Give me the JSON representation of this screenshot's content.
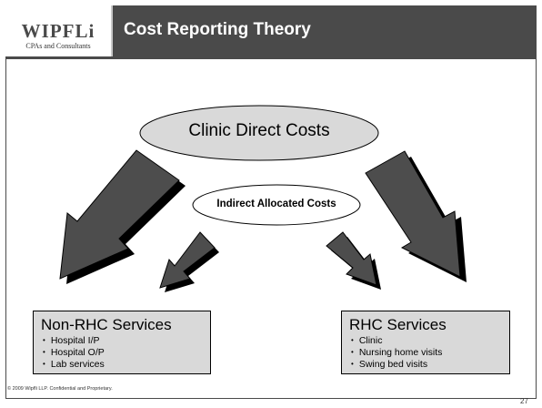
{
  "header": {
    "logo_word": "WIPFLi",
    "logo_tagline": "CPAs and Consultants",
    "title": "Cost Reporting Theory"
  },
  "diagram": {
    "top_node": "Clinic Direct Costs",
    "middle_node": "Indirect Allocated Costs",
    "left_box": {
      "title": "Non-RHC Services",
      "items": [
        "Hospital I/P",
        "Hospital O/P",
        "Lab services"
      ]
    },
    "right_box": {
      "title": "RHC Services",
      "items": [
        "Clinic",
        "Nursing home visits",
        "Swing bed visits"
      ]
    },
    "colors": {
      "ellipse_fill": "#d9d9d9",
      "box_fill": "#d9d9d9",
      "arrow_fill": "#4d4d4d",
      "arrow_shadow": "#000000",
      "header_band": "#4a4a4a"
    }
  },
  "footer": {
    "copyright": "© 2009 Wipfli LLP. Confidential and Proprietary.",
    "page_number": "27"
  }
}
